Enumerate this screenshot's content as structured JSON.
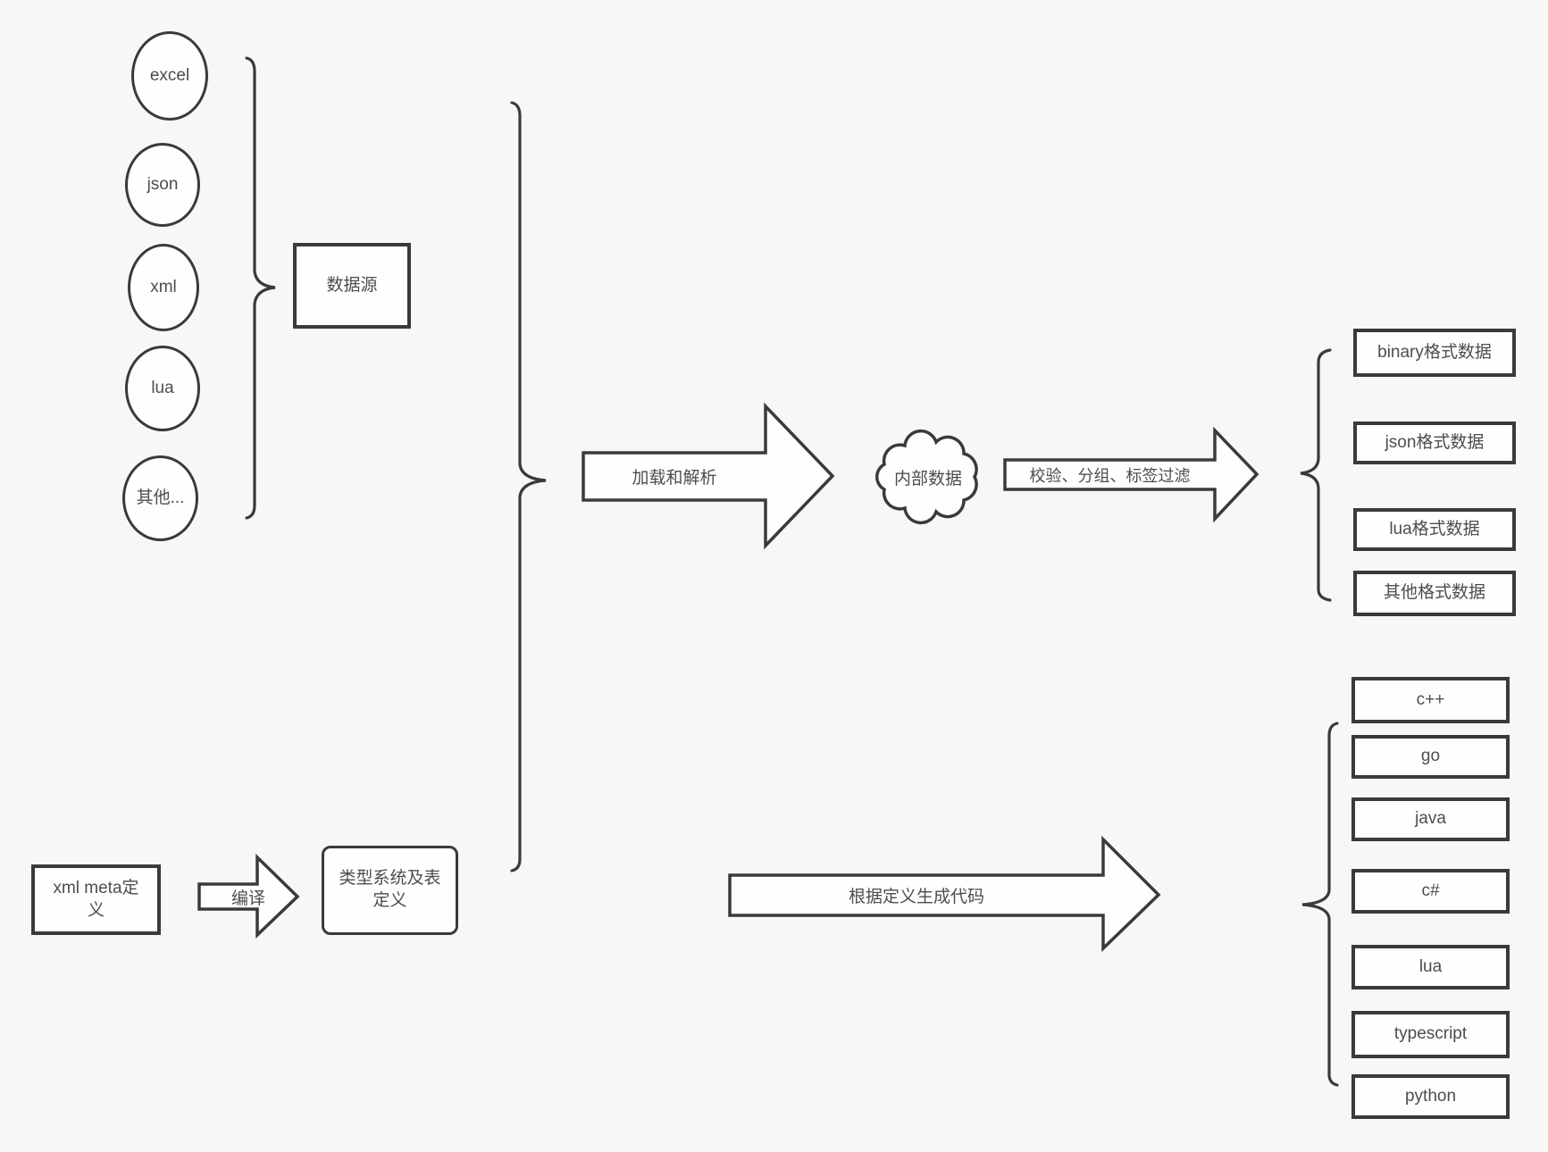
{
  "colors": {
    "background": "#f7f7f7",
    "stroke": "#3a3a3a",
    "node_fill": "#fefefe",
    "text": "#4d4d4d"
  },
  "sources": {
    "items": [
      "excel",
      "json",
      "xml",
      "lua",
      "其他..."
    ],
    "group_label": "数据源"
  },
  "pipeline": {
    "load_label": "加载和解析",
    "cloud_label": "内部数据",
    "filter_label": "校验、分组、标签过滤"
  },
  "formats": {
    "items": [
      "binary格式数据",
      "json格式数据",
      "lua格式数据",
      "其他格式数据"
    ]
  },
  "meta": {
    "xml_meta": "xml meta定义",
    "compile": "编译",
    "type_system": "类型系统及表定义",
    "codegen": "根据定义生成代码"
  },
  "languages": {
    "items": [
      "c++",
      "go",
      "java",
      "c#",
      "lua",
      "typescript",
      "python"
    ]
  }
}
